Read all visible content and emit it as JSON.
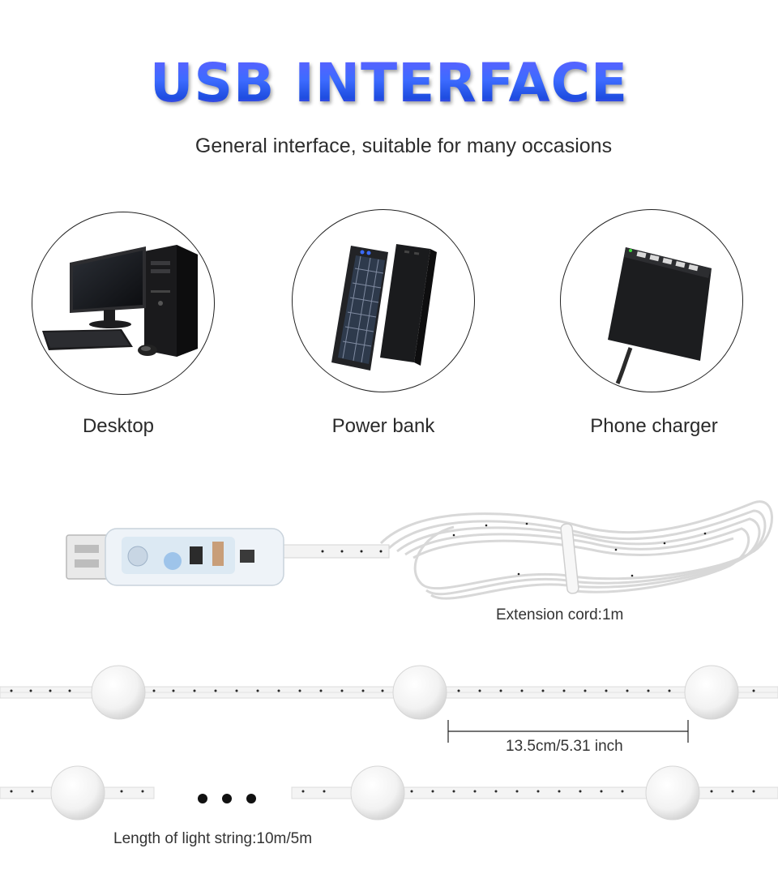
{
  "header": {
    "title": "USB INTERFACE",
    "subtitle": "General interface, suitable for many occasions"
  },
  "devices": [
    {
      "label": "Desktop",
      "icon": "desktop-computer-icon"
    },
    {
      "label": "Power bank",
      "icon": "power-bank-icon"
    },
    {
      "label": "Phone charger",
      "icon": "phone-charger-icon"
    }
  ],
  "specs": {
    "extension_cord": "Extension cord:1m",
    "spacing": "13.5cm/5.31 inch",
    "length": "Length of light string:10m/5m"
  },
  "colors": {
    "title_gradient": [
      "#6a5cff",
      "#1e4de0",
      "#b73bff"
    ],
    "text": "#2a2a2a"
  }
}
